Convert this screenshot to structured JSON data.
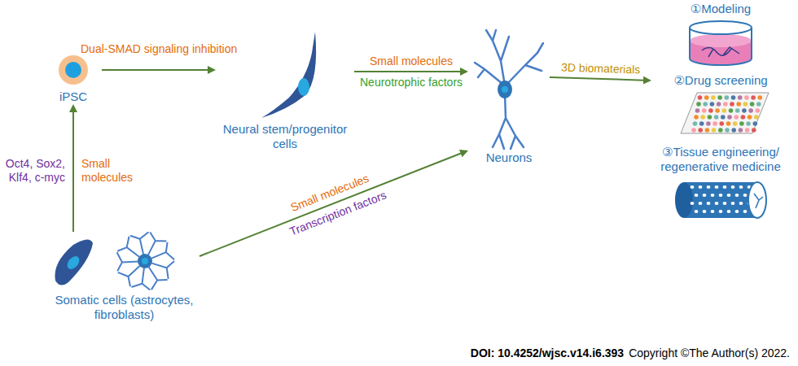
{
  "diagram": {
    "nodes": [
      {
        "text": [
          "iPSC"
        ]
      },
      {
        "text": [
          "Neural stem/progenitor cells"
        ]
      },
      {
        "text": [
          "Neurons"
        ]
      },
      {
        "text": [
          "Somatic cells (astrocytes, fibroblasts)"
        ]
      },
      {
        "text": [
          "①Modeling"
        ]
      },
      {
        "text": [
          "②Drug screening"
        ]
      },
      {
        "text": [
          "③Tissue engineering/ regenerative medicine"
        ]
      }
    ],
    "edges": [
      {
        "from": 0,
        "to": 1,
        "arrow": "to",
        "label": "Dual-SMAD signaling inhibition"
      },
      {
        "from": 1,
        "to": 2,
        "arrow": "to",
        "label": "Small molecules"
      },
      {
        "from": 3,
        "to": 0,
        "arrow": "to",
        "label": "Small molecules"
      },
      {
        "from": 3,
        "to": 2,
        "arrow": "to",
        "label": "Small molecules"
      },
      {
        "from": 2,
        "to": 5,
        "arrow": "to",
        "label": "3D biomaterials"
      }
    ],
    "labels": [
      "Neurotrophic factors",
      "Oct4, Sox2, Klf4, c-myc",
      "Transcription factors",
      "DOI: 10.4252/wjsc.v14.i6.393",
      "Copyright ©The Author(s) 2022."
    ]
  }
}
